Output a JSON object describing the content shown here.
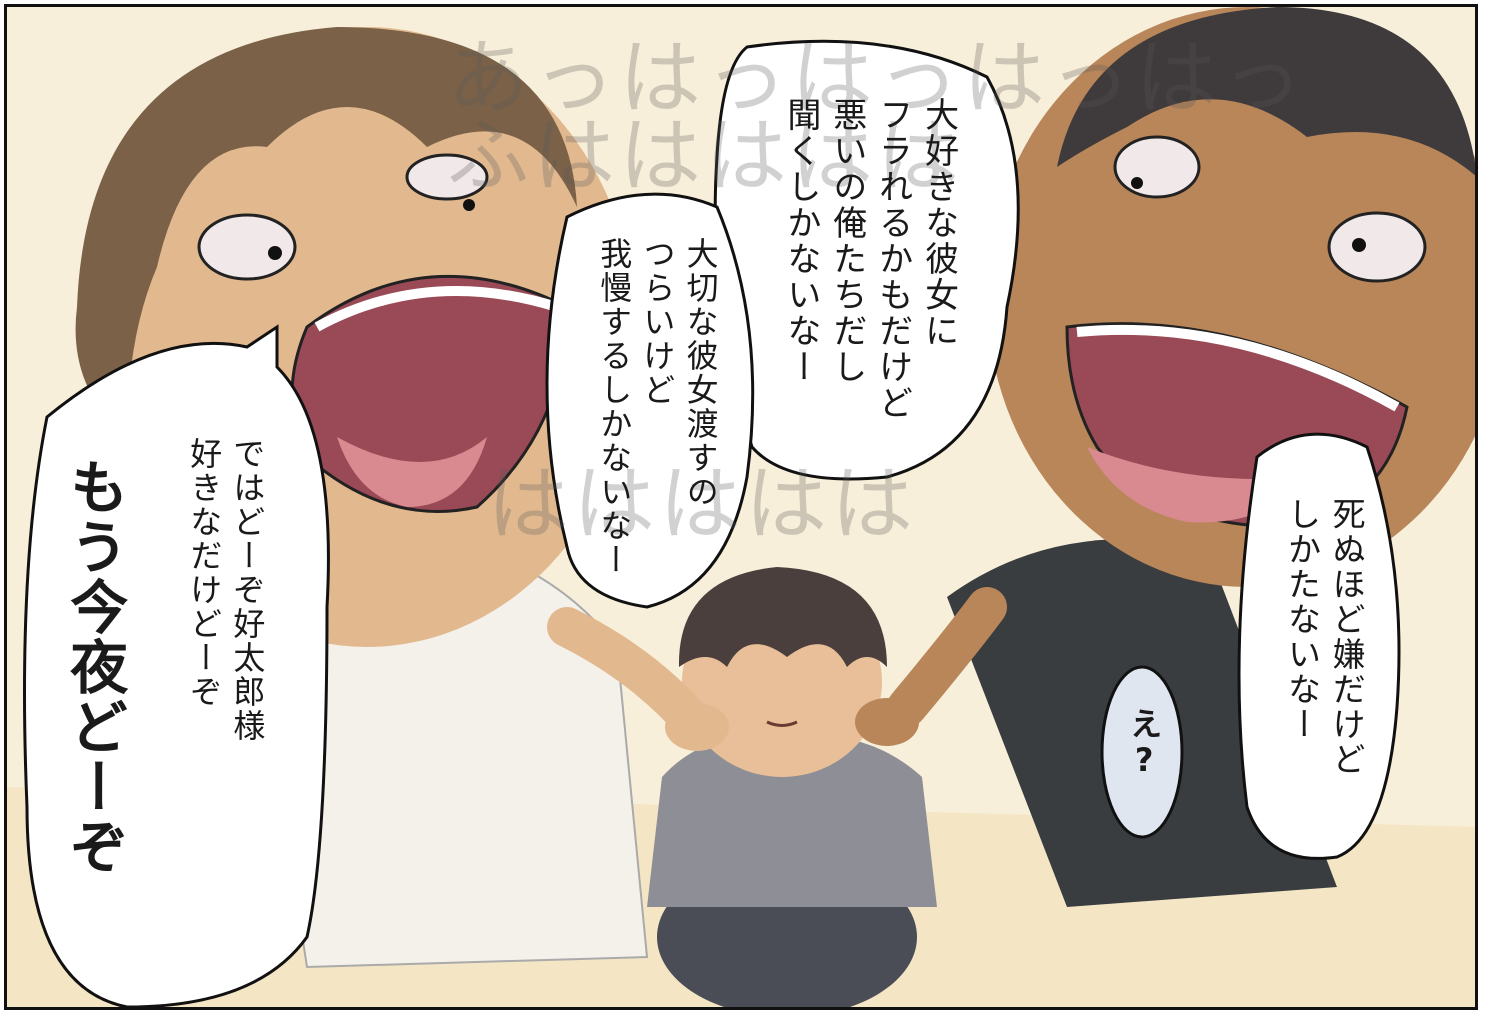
{
  "background_laughter": {
    "line1": "あっはっはっはっはっ",
    "line2": "ふははははは",
    "line3": "ははははは"
  },
  "bubbles": {
    "top_right_of_center": "大好きな彼女に\nフラれるかもだけど\n悪いの俺たちだし\n聞くしかないなー",
    "center": "大切な彼女渡すの\nつらいけど\n我慢するしかないなー",
    "left": "ではどーぞ好太郎様\n好きなだけどーぞ",
    "left_big": "もう今夜どーぞ",
    "right": "死ぬほど嫌だけど\nしかたないなー",
    "small": "え?"
  },
  "colors": {
    "skin_left": "#e2b98f",
    "skin_right": "#b88659",
    "hair_left": "#7b6148",
    "hair_right": "#3f3a3b",
    "mouth": "#9a4a56",
    "tongue": "#d88a90",
    "shirt_center": "#8e8e96",
    "shirt_right": "#3a3d40",
    "shirt_left": "#f4f1ea"
  }
}
